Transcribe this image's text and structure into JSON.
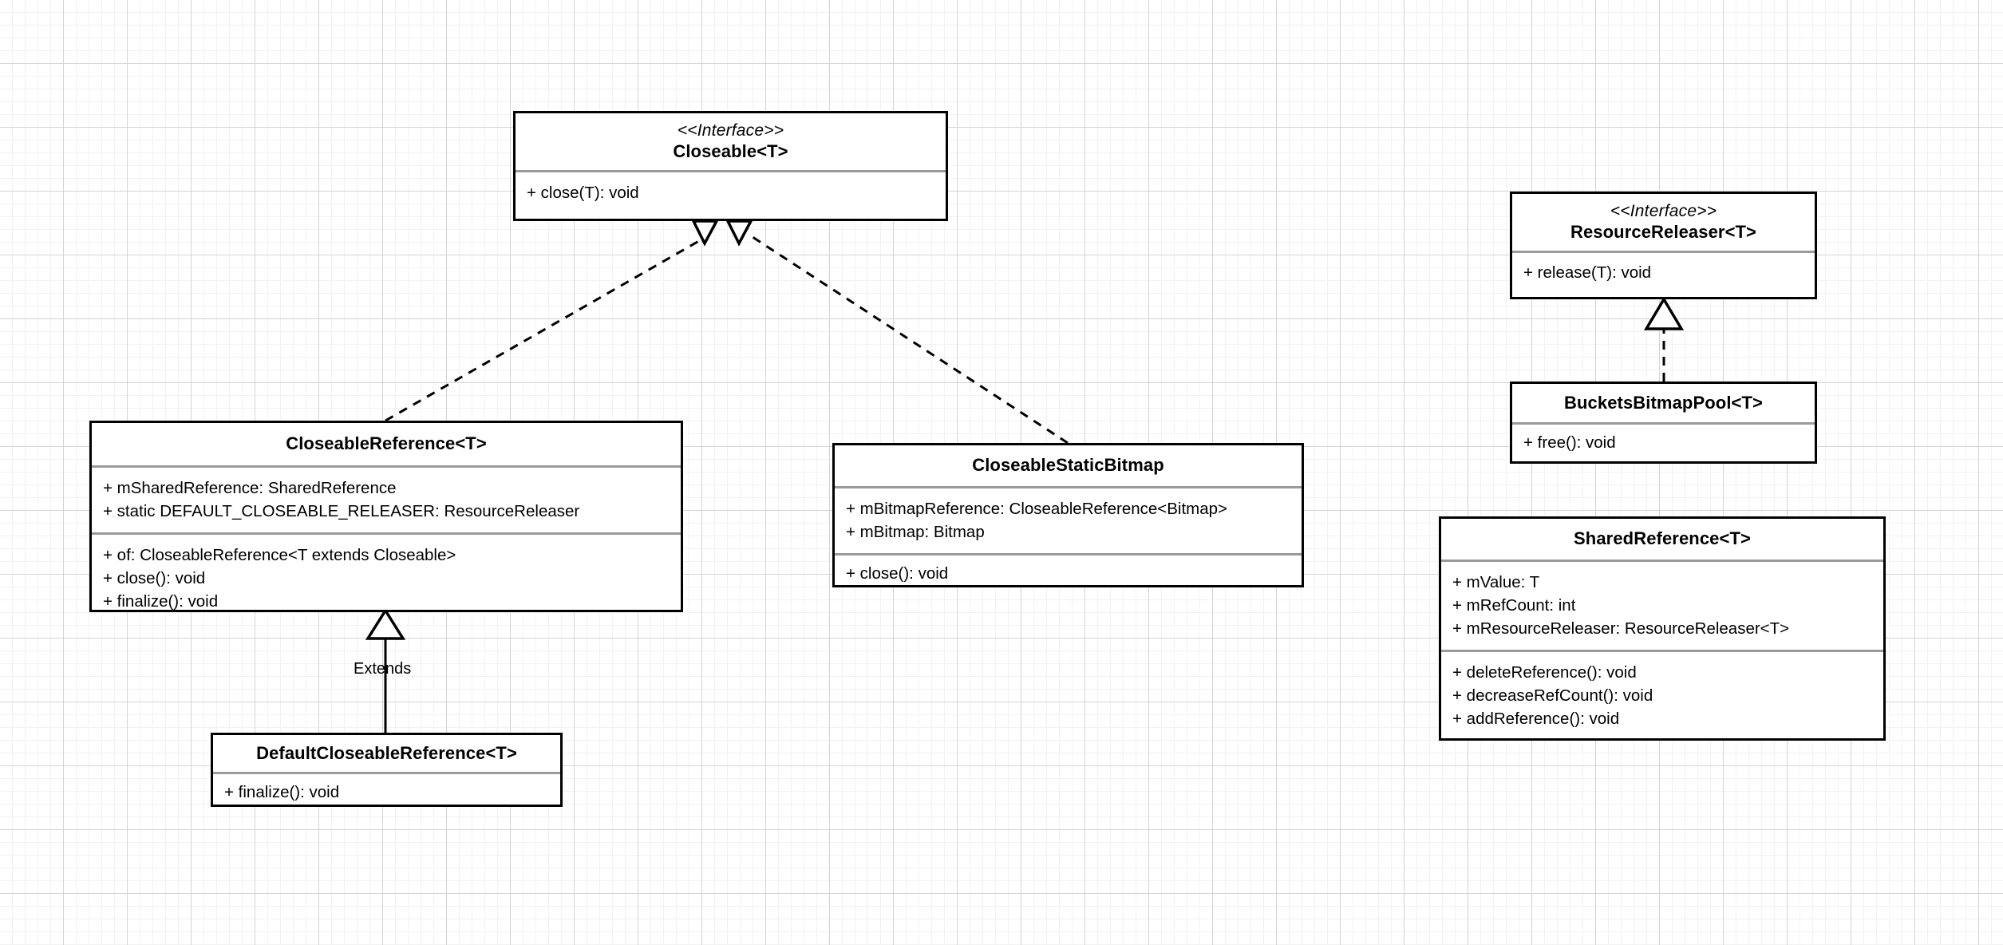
{
  "diagram": {
    "title": "UML Class Diagram",
    "background": {
      "grid_minor_color": "#f2f2f2",
      "grid_major_color": "#d4d4d4",
      "page_color": "#ffffff"
    },
    "stereotype_interface": "<<Interface>>",
    "line_color": "#000000",
    "divider_color": "#9a9a9a"
  },
  "classes": {
    "closeable": {
      "stereotype": "<<Interface>>",
      "name": "Closeable<T>",
      "attributes": [],
      "methods": [
        "+ close(T): void"
      ]
    },
    "closeable_reference": {
      "stereotype": "",
      "name": "CloseableReference<T>",
      "attributes": [
        "+ mSharedReference: SharedReference",
        "+ static DEFAULT_CLOSEABLE_RELEASER: ResourceReleaser"
      ],
      "methods": [
        "+ of: CloseableReference<T extends Closeable>",
        "+ close(): void",
        "+ finalize(): void"
      ]
    },
    "default_closeable_reference": {
      "stereotype": "",
      "name": "DefaultCloseableReference<T>",
      "attributes": [],
      "methods": [
        "+ finalize(): void"
      ]
    },
    "closeable_static_bitmap": {
      "stereotype": "",
      "name": "CloseableStaticBitmap",
      "attributes": [
        "+ mBitmapReference: CloseableReference<Bitmap>",
        "+ mBitmap: Bitmap"
      ],
      "methods": [
        "+ close(): void"
      ]
    },
    "resource_releaser": {
      "stereotype": "<<Interface>>",
      "name": "ResourceReleaser<T>",
      "attributes": [],
      "methods": [
        "+ release(T): void"
      ]
    },
    "buckets_bitmap_pool": {
      "stereotype": "",
      "name": "BucketsBitmapPool<T>",
      "attributes": [],
      "methods": [
        "+ free(): void"
      ]
    },
    "shared_reference": {
      "stereotype": "",
      "name": "SharedReference<T>",
      "attributes": [
        "+ mValue: T",
        "+ mRefCount: int",
        "+ mResourceReleaser: ResourceReleaser<T>"
      ],
      "methods": [
        "+ deleteReference(): void",
        "+ decreaseRefCount(): void",
        "+ addReference(): void"
      ]
    }
  },
  "relationships": [
    {
      "id": "rel-closeablereference-realizes-closeable",
      "from": "CloseableReference<T>",
      "to": "Closeable<T>",
      "type": "realization",
      "line": "dashed",
      "arrow": "hollow-triangle",
      "label": ""
    },
    {
      "id": "rel-closeablestaticbitmap-realizes-closeable",
      "from": "CloseableStaticBitmap",
      "to": "Closeable<T>",
      "type": "realization",
      "line": "dashed",
      "arrow": "hollow-triangle",
      "label": ""
    },
    {
      "id": "rel-defaultcloseablereference-extends-closeablereference",
      "from": "DefaultCloseableReference<T>",
      "to": "CloseableReference<T>",
      "type": "generalization",
      "line": "solid",
      "arrow": "hollow-triangle",
      "label": "Extends"
    },
    {
      "id": "rel-bucketsbitmappool-realizes-resourcereleaser",
      "from": "BucketsBitmapPool<T>",
      "to": "ResourceReleaser<T>",
      "type": "realization",
      "line": "dashed",
      "arrow": "hollow-triangle",
      "label": ""
    }
  ]
}
